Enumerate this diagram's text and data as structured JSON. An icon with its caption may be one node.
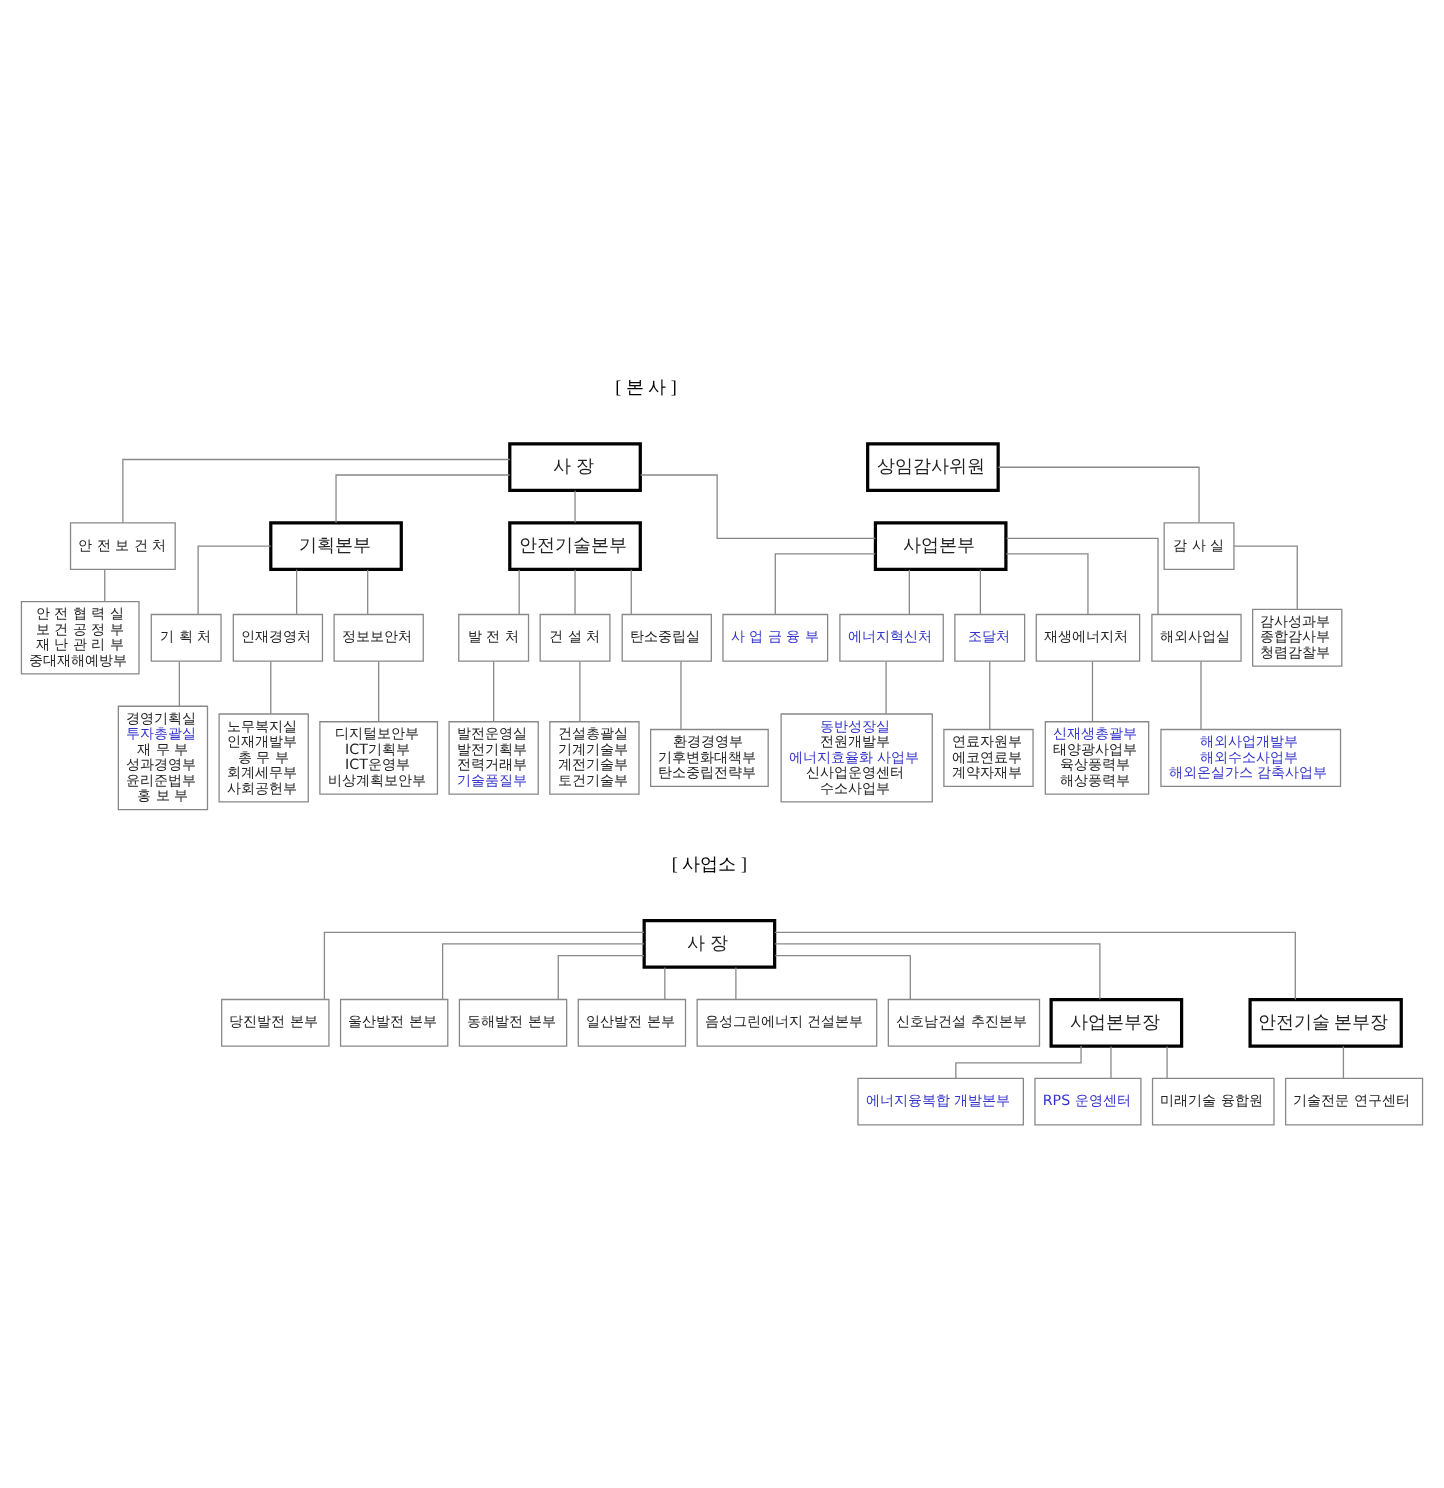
{
  "diagram": {
    "nodes": [
      {
        "text": [
          "사 장"
        ]
      },
      {
        "text": [
          "상임감사위원"
        ]
      },
      {
        "text": [
          "안 전 보 건 처"
        ]
      },
      {
        "text": [
          "안 전 협 력 실",
          "보 건 공 정 부",
          "재 난 관 리 부",
          "중대재해예방부"
        ]
      },
      {
        "text": [
          "감 사 실"
        ]
      },
      {
        "text": [
          "감사성과부",
          "종합감사부",
          "청렴감찰부"
        ]
      },
      {
        "text": [
          "기획본부"
        ]
      },
      {
        "text": [
          "안전기술본부"
        ]
      },
      {
        "text": [
          "사업본부"
        ]
      },
      {
        "text": [
          "사 업 금 융 부"
        ]
      },
      {
        "text": [
          "기 획 처"
        ]
      },
      {
        "text": [
          "인재경영처"
        ]
      },
      {
        "text": [
          "정보보안처"
        ]
      },
      {
        "text": [
          "발 전 처"
        ]
      },
      {
        "text": [
          "건 설 처"
        ]
      },
      {
        "text": [
          "탄소중립실"
        ]
      },
      {
        "text": [
          "에너지혁신처"
        ]
      },
      {
        "text": [
          "조달처"
        ]
      },
      {
        "text": [
          "재생에너지처"
        ]
      },
      {
        "text": [
          "해외사업실"
        ]
      },
      {
        "text": [
          "경영기획실",
          "투자총괄실",
          "재 무 부",
          "성과경영부",
          "윤리준법부",
          "홍 보 부"
        ]
      },
      {
        "text": [
          "노무복지실",
          "인재개발부",
          "총 무 부",
          "회계세무부",
          "사회공헌부"
        ]
      },
      {
        "text": [
          "디지털보안부",
          "ICT기획부",
          "ICT운영부",
          "비상계획보안부"
        ]
      },
      {
        "text": [
          "발전운영실",
          "발전기획부",
          "전력거래부",
          "기술품질부"
        ]
      },
      {
        "text": [
          "건설총괄실",
          "기계기술부",
          "계전기술부",
          "토건기술부"
        ]
      },
      {
        "text": [
          "환경경영부",
          "기후변화대책부",
          "탄소중립전략부"
        ]
      },
      {
        "text": [
          "동반성장실",
          "전원개발부",
          "에너지효율화 사업부",
          "신사업운영센터",
          "수소사업부"
        ]
      },
      {
        "text": [
          "연료자원부",
          "에코연료부",
          "계약자재부"
        ]
      },
      {
        "text": [
          "신재생총괄부",
          "태양광사업부",
          "육상풍력부",
          "해상풍력부"
        ]
      },
      {
        "text": [
          "해외사업개발부",
          "해외수소사업부",
          "해외온실가스 감축사업부"
        ]
      },
      {
        "text": [
          "사 장"
        ]
      },
      {
        "text": [
          "당진발전 본부"
        ]
      },
      {
        "text": [
          "울산발전 본부"
        ]
      },
      {
        "text": [
          "동해발전 본부"
        ]
      },
      {
        "text": [
          "일산발전 본부"
        ]
      },
      {
        "text": [
          "음성그린에너지 건설본부"
        ]
      },
      {
        "text": [
          "신호남건설 추진본부"
        ]
      },
      {
        "text": [
          "사업본부장"
        ]
      },
      {
        "text": [
          "안전기술 본부장"
        ]
      },
      {
        "text": [
          "에너지융복합 개발본부"
        ]
      },
      {
        "text": [
          "RPS 운영센터"
        ]
      },
      {
        "text": [
          "미래기술 융합원"
        ]
      },
      {
        "text": [
          "기술전문 연구센터"
        ]
      }
    ],
    "edges": [
      {
        "from": 0,
        "to": 2,
        "arrow": "none"
      },
      {
        "from": 2,
        "to": 3,
        "arrow": "none"
      },
      {
        "from": 1,
        "to": 4,
        "arrow": "none"
      },
      {
        "from": 4,
        "to": 5,
        "arrow": "none"
      },
      {
        "from": 0,
        "to": 6,
        "arrow": "none"
      },
      {
        "from": 0,
        "to": 7,
        "arrow": "none"
      },
      {
        "from": 0,
        "to": 8,
        "arrow": "none"
      },
      {
        "from": 8,
        "to": 9,
        "arrow": "none"
      },
      {
        "from": 6,
        "to": 10,
        "arrow": "none"
      },
      {
        "from": 6,
        "to": 11,
        "arrow": "none"
      },
      {
        "from": 6,
        "to": 12,
        "arrow": "none"
      },
      {
        "from": 7,
        "to": 13,
        "arrow": "none"
      },
      {
        "from": 7,
        "to": 14,
        "arrow": "none"
      },
      {
        "from": 7,
        "to": 15,
        "arrow": "none"
      },
      {
        "from": 8,
        "to": 16,
        "arrow": "none"
      },
      {
        "from": 8,
        "to": 17,
        "arrow": "none"
      },
      {
        "from": 8,
        "to": 18,
        "arrow": "none"
      },
      {
        "from": 8,
        "to": 19,
        "arrow": "none"
      },
      {
        "from": 10,
        "to": 20,
        "arrow": "none"
      },
      {
        "from": 11,
        "to": 21,
        "arrow": "none"
      },
      {
        "from": 12,
        "to": 22,
        "arrow": "none"
      },
      {
        "from": 13,
        "to": 23,
        "arrow": "none"
      },
      {
        "from": 14,
        "to": 24,
        "arrow": "none"
      },
      {
        "from": 15,
        "to": 25,
        "arrow": "none"
      },
      {
        "from": 16,
        "to": 26,
        "arrow": "none"
      },
      {
        "from": 17,
        "to": 27,
        "arrow": "none"
      },
      {
        "from": 18,
        "to": 28,
        "arrow": "none"
      },
      {
        "from": 19,
        "to": 29,
        "arrow": "none"
      },
      {
        "from": 30,
        "to": 31,
        "arrow": "none"
      },
      {
        "from": 30,
        "to": 32,
        "arrow": "none"
      },
      {
        "from": 30,
        "to": 33,
        "arrow": "none"
      },
      {
        "from": 30,
        "to": 34,
        "arrow": "none"
      },
      {
        "from": 30,
        "to": 35,
        "arrow": "none"
      },
      {
        "from": 30,
        "to": 36,
        "arrow": "none"
      },
      {
        "from": 30,
        "to": 37,
        "arrow": "none"
      },
      {
        "from": 30,
        "to": 38,
        "arrow": "none"
      },
      {
        "from": 37,
        "to": 39,
        "arrow": "none"
      },
      {
        "from": 37,
        "to": 40,
        "arrow": "none"
      },
      {
        "from": 37,
        "to": 41,
        "arrow": "none"
      },
      {
        "from": 38,
        "to": 42,
        "arrow": "none"
      }
    ],
    "labels": [
      "[ 본 사 ]",
      "[ 사업소 ]"
    ]
  }
}
